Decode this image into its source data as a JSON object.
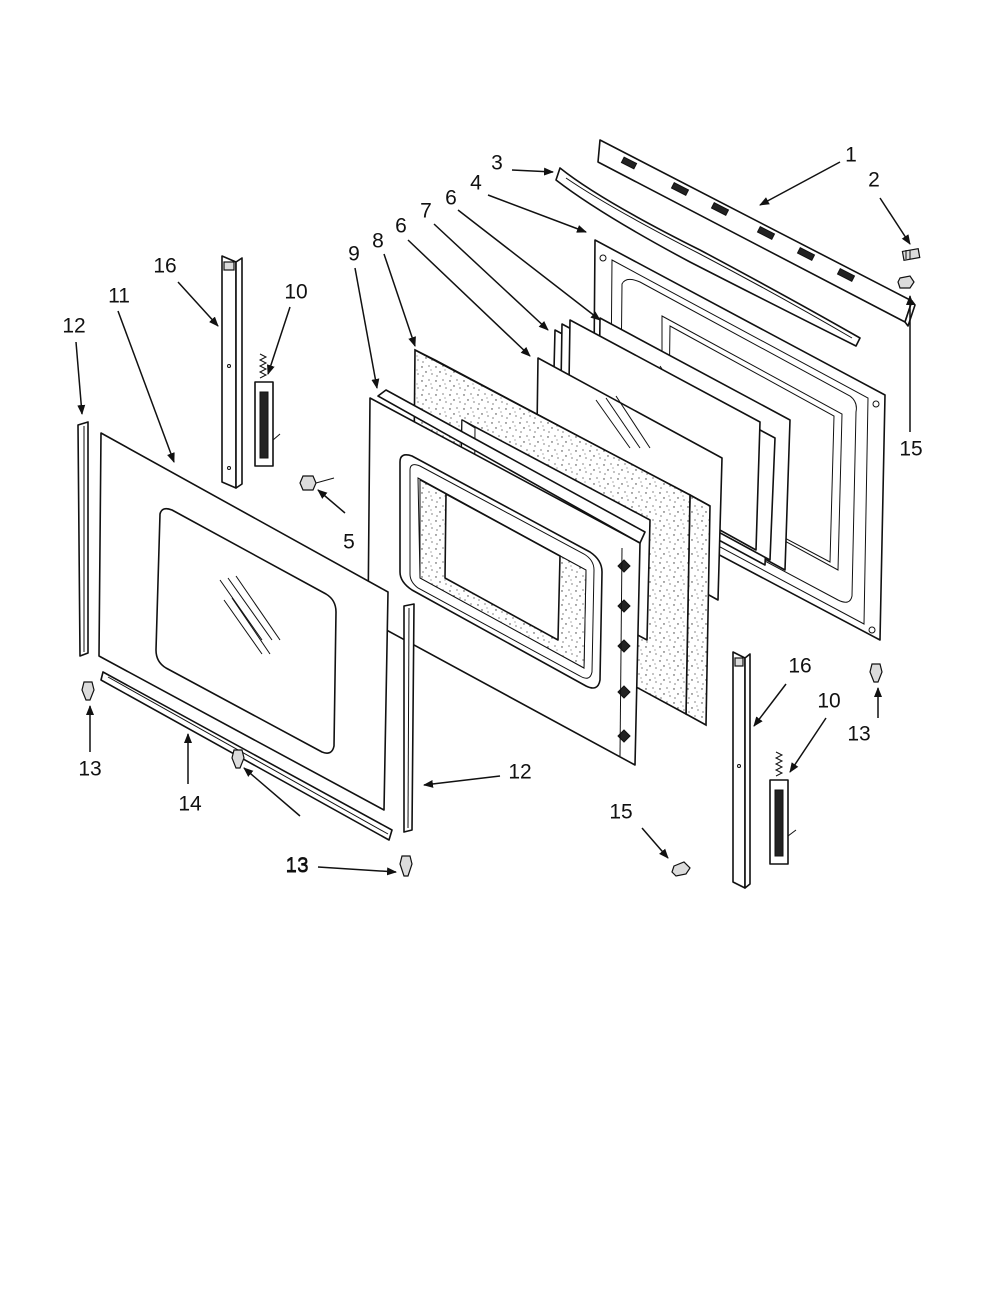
{
  "callouts": [
    {
      "id": "c1",
      "text": "1"
    },
    {
      "id": "c2",
      "text": "2"
    },
    {
      "id": "c3",
      "text": "3"
    },
    {
      "id": "c4",
      "text": "4"
    },
    {
      "id": "c6a",
      "text": "6"
    },
    {
      "id": "c7",
      "text": "7"
    },
    {
      "id": "c6b",
      "text": "6"
    },
    {
      "id": "c8",
      "text": "8"
    },
    {
      "id": "c9",
      "text": "9"
    },
    {
      "id": "c16a",
      "text": "16"
    },
    {
      "id": "c10a",
      "text": "10"
    },
    {
      "id": "c11",
      "text": "11"
    },
    {
      "id": "c12a",
      "text": "12"
    },
    {
      "id": "c15a",
      "text": "15"
    },
    {
      "id": "c5",
      "text": "5"
    },
    {
      "id": "c13a",
      "text": "13"
    },
    {
      "id": "c14",
      "text": "14"
    },
    {
      "id": "c13b",
      "text": "13"
    },
    {
      "id": "c12b",
      "text": "12"
    },
    {
      "id": "c13c",
      "text": "13"
    },
    {
      "id": "c16b",
      "text": "16"
    },
    {
      "id": "c10b",
      "text": "10"
    },
    {
      "id": "c13d",
      "text": "13"
    },
    {
      "id": "c15b",
      "text": "15"
    }
  ],
  "arrowhead_color": "#111111",
  "line_color": "#111111"
}
